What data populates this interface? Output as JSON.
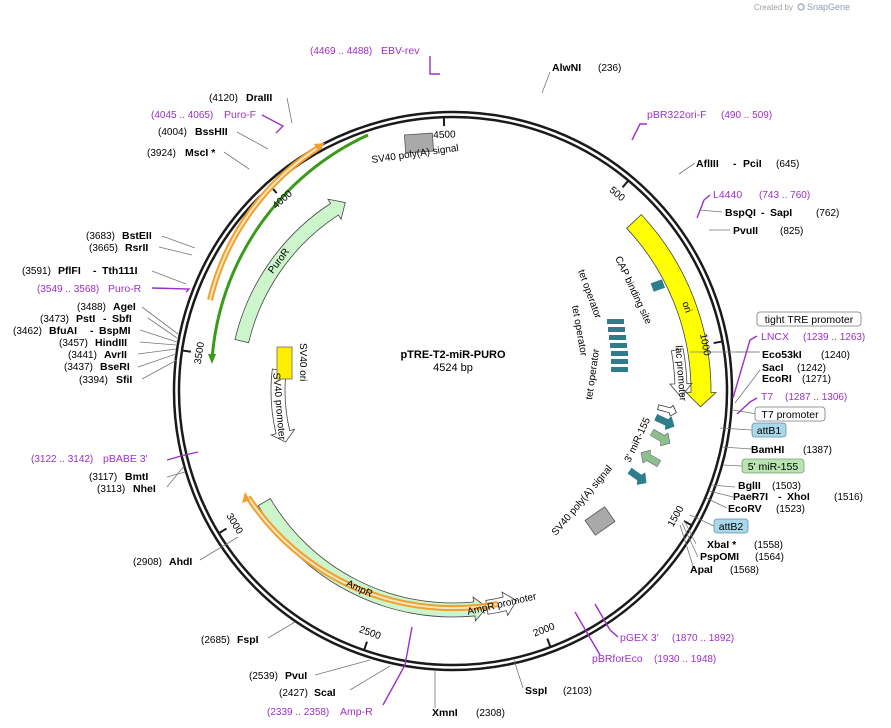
{
  "brand": {
    "created_by": "Created by",
    "app": "SnapGene"
  },
  "plasmid": {
    "name": "pTRE-T2-miR-PURO",
    "size": "4524 bp",
    "length": 4524
  },
  "ticks": [
    {
      "label": "500",
      "bp": 500
    },
    {
      "label": "1000",
      "bp": 1000
    },
    {
      "label": "1500",
      "bp": 1500
    },
    {
      "label": "2000",
      "bp": 2000
    },
    {
      "label": "2500",
      "bp": 2500
    },
    {
      "label": "3000",
      "bp": 3000
    },
    {
      "label": "3500",
      "bp": 3500
    },
    {
      "label": "4000",
      "bp": 4000
    },
    {
      "label": "4500",
      "bp": 4500
    }
  ],
  "features": [
    {
      "name": "ori",
      "start": 589,
      "end": 1177,
      "dir": 1,
      "color": "#ffff00",
      "label": "ori"
    },
    {
      "name": "lac promoter",
      "start": 1000,
      "end": 1150,
      "dir": 1,
      "color": "#ffffff",
      "label": "lac promoter"
    },
    {
      "name": "AmpR promoter",
      "start": 2050,
      "end": 2150,
      "dir": -1,
      "color": "#ffffff",
      "label": "AmpR promoter"
    },
    {
      "name": "AmpR",
      "start": 2150,
      "end": 3010,
      "dir": -1,
      "color": "#ccf5cc",
      "label": "AmpR"
    },
    {
      "name": "SV40 promoter",
      "start": 3180,
      "end": 3480,
      "dir": -1,
      "color": "#ffffff",
      "label": "SV40 promoter"
    },
    {
      "name": "PuroR",
      "start": 3560,
      "end": 4150,
      "dir": 1,
      "color": "#ccf5cc",
      "label": "PuroR"
    }
  ],
  "tags": [
    {
      "text": "tight TRE promoter",
      "fill": "#ffffff"
    },
    {
      "text": "T7 promoter",
      "fill": "#ffffff"
    },
    {
      "text": "attB1",
      "fill": "#a8d8ea"
    },
    {
      "text": "5' miR-155",
      "fill": "#b7e4b0"
    },
    {
      "text": "attB2",
      "fill": "#a8d8ea"
    }
  ],
  "inner_labels": {
    "sv40_polyA_top": "SV40 poly(A) signal",
    "sv40_polyA_bottom": "SV40 poly(A) signal",
    "cap_binding_site": "CAP binding site",
    "tet_operator_1": "tet operator",
    "tet_operator_2": "tet operator",
    "tet_operator_3": "tet operator",
    "mir155_3p": "3' miR-155",
    "sv40_ori": "SV40 ori"
  },
  "sites": [
    {
      "name": "AlwNI",
      "pos": "(236)"
    },
    {
      "name": "AflIII",
      "name2": "PciI",
      "pos": "(645)"
    },
    {
      "name": "BspQI",
      "name2": "SapI",
      "pos": "(762)"
    },
    {
      "name": "PvuII",
      "pos": "(825)"
    },
    {
      "name": "Eco53kI",
      "pos": "(1240)"
    },
    {
      "name": "SacI",
      "pos": "(1242)"
    },
    {
      "name": "EcoRI",
      "pos": "(1271)"
    },
    {
      "name": "BamHI",
      "pos": "(1387)"
    },
    {
      "name": "BglII",
      "pos": "(1503)"
    },
    {
      "name": "PaeR7I",
      "name2": "XhoI",
      "pos": "(1516)"
    },
    {
      "name": "EcoRV",
      "pos": "(1523)"
    },
    {
      "name": "XbaI *",
      "pos": "(1558)"
    },
    {
      "name": "PspOMI",
      "pos": "(1564)"
    },
    {
      "name": "ApaI",
      "pos": "(1568)"
    },
    {
      "name": "SspI",
      "pos": "(2103)"
    },
    {
      "name": "XmnI",
      "pos": "(2308)"
    },
    {
      "name": "ScaI",
      "pos": "(2427)"
    },
    {
      "name": "PvuI",
      "pos": "(2539)"
    },
    {
      "name": "FspI",
      "pos": "(2685)"
    },
    {
      "name": "AhdI",
      "pos": "(2908)"
    },
    {
      "name": "BmtI",
      "pos": "(3117)"
    },
    {
      "name": "NheI",
      "pos": "(3113)"
    },
    {
      "name": "SfiI",
      "pos": "(3394)"
    },
    {
      "name": "BseRI",
      "pos": "(3437)"
    },
    {
      "name": "AvrII",
      "pos": "(3441)"
    },
    {
      "name": "HindIII",
      "pos": "(3457)"
    },
    {
      "name": "BfuAI",
      "name2": "BspMI",
      "pos": "(3462)"
    },
    {
      "name": "PstI",
      "name2": "SbfI",
      "pos": "(3473)"
    },
    {
      "name": "AgeI",
      "pos": "(3488)"
    },
    {
      "name": "PflFI",
      "name2": "Tth111I",
      "pos": "(3591)"
    },
    {
      "name": "RsrII",
      "pos": "(3665)"
    },
    {
      "name": "BstEII",
      "pos": "(3683)"
    },
    {
      "name": "MscI *",
      "pos": "(3924)"
    },
    {
      "name": "BssHII",
      "pos": "(4004)"
    },
    {
      "name": "DraIII",
      "pos": "(4120)"
    }
  ],
  "primers": [
    {
      "name": "EBV-rev",
      "range": "(4469 .. 4488)"
    },
    {
      "name": "pBR322ori-F",
      "range": "(490 .. 509)"
    },
    {
      "name": "L4440",
      "range": "(743 .. 760)"
    },
    {
      "name": "LNCX",
      "range": "(1239 .. 1263)"
    },
    {
      "name": "T7",
      "range": "(1287 .. 1306)"
    },
    {
      "name": "pGEX 3'",
      "range": "(1870 .. 1892)"
    },
    {
      "name": "pBRforEco",
      "range": "(1930 .. 1948)"
    },
    {
      "name": "Amp-R",
      "range": "(2339 .. 2358)"
    },
    {
      "name": "pBABE 3'",
      "range": "(3122 .. 3142)"
    },
    {
      "name": "Puro-R",
      "range": "(3549 .. 3568)"
    },
    {
      "name": "Puro-F",
      "range": "(4045 .. 4065)"
    }
  ],
  "colors": {
    "primer": "#9b30c8",
    "backbone": "#1a1a1a",
    "tet_operator": "#2e7d8c",
    "sv40_polyA": "#a9a9a9",
    "sv40_ori": "#ffee00",
    "orange_band": "#f0a030",
    "green_band": "#3a9a1a"
  }
}
